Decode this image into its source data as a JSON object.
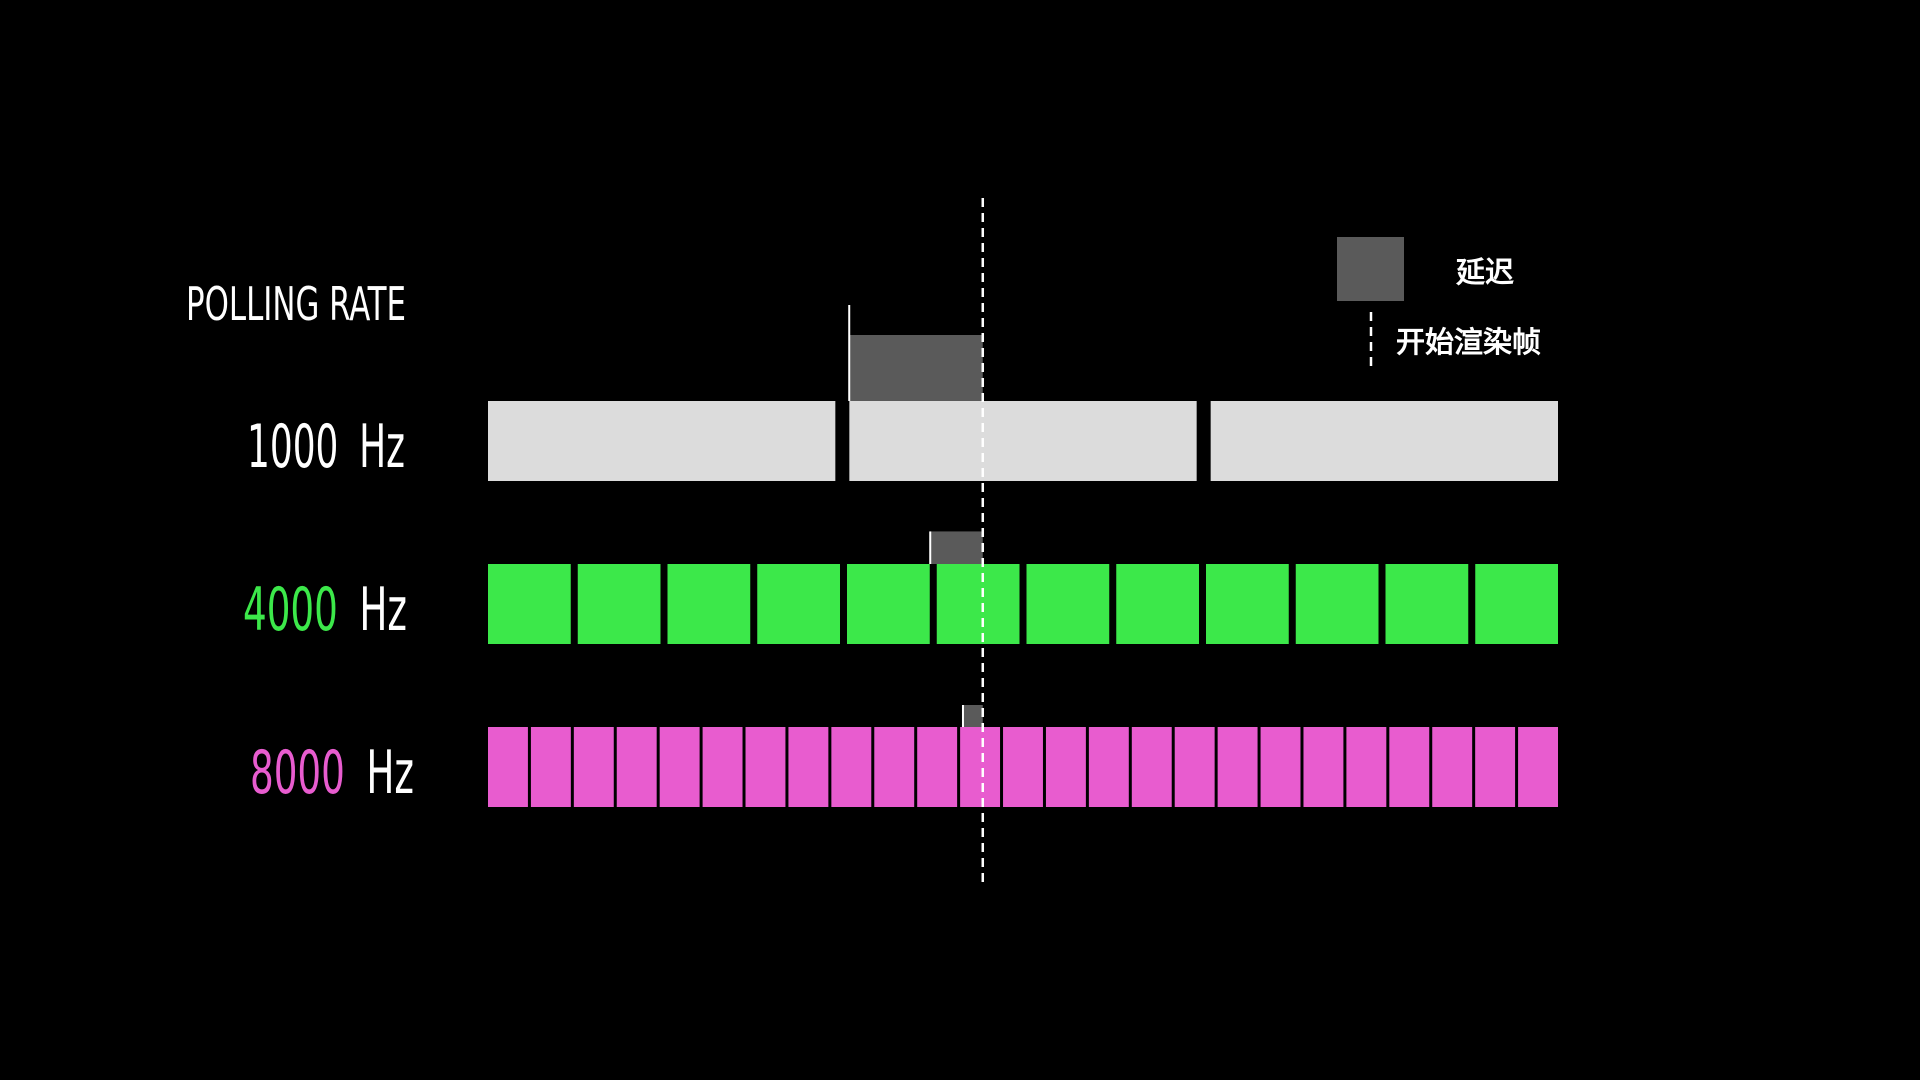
{
  "title": "POLLING RATE",
  "unit": "Hz",
  "legend": {
    "latency_label": "延迟",
    "latency_color": "#5a5a5a",
    "frame_start_label": "开始渲染帧"
  },
  "render_frame_marker_position": 0.4624,
  "rows": [
    {
      "rate": "1000",
      "rate_color": "#ffffff",
      "unit_color": "#ffffff",
      "bar_color": "#dcdcdc",
      "segments": 3,
      "latency_start_position": 0.3376
    },
    {
      "rate": "4000",
      "rate_color": "#3ce84a",
      "unit_color": "#ffffff",
      "bar_color": "#3ce84a",
      "segments": 12,
      "latency_start_position": 0.4133
    },
    {
      "rate": "8000",
      "rate_color": "#e85ccf",
      "unit_color": "#ffffff",
      "bar_color": "#e85ccf",
      "segments": 25,
      "latency_start_position": 0.4439
    }
  ]
}
